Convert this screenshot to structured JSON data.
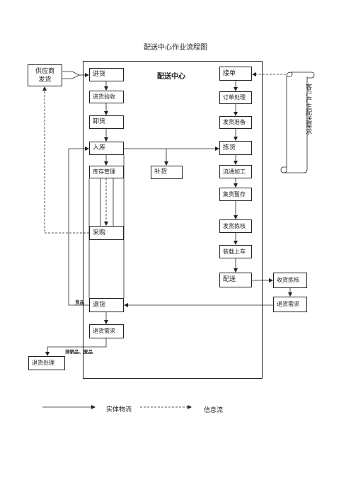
{
  "title": "配送中心作业流程图",
  "center_label": "配送中心",
  "supplier": {
    "line1": "供应商",
    "line2": "发货"
  },
  "customer_scroll": "客户产生配送需求",
  "left_column": {
    "receive": "进货",
    "inspect": "进货验收",
    "unload": "卸货",
    "store": "入库",
    "inventory": "库存管理",
    "purchase": "采购",
    "return": "退货",
    "return_demand": "退货需求"
  },
  "replenish": "补货",
  "right_column": {
    "order": "接单",
    "order_process": "订单处理",
    "ship_prep": "发货准备",
    "pick": "拣货",
    "process": "流通加工",
    "stage": "集货暂存",
    "ship_check": "发货拣核",
    "load": "装载上车",
    "deliver": "配送"
  },
  "outside": {
    "receipt_check": "收货拣核",
    "customer_return_demand": "退货需求",
    "return_process": "退货处理"
  },
  "annotations": {
    "good": "良品",
    "defect": "滞销品、废品"
  },
  "legend": {
    "physical": "实体物流",
    "info": "信息流"
  }
}
